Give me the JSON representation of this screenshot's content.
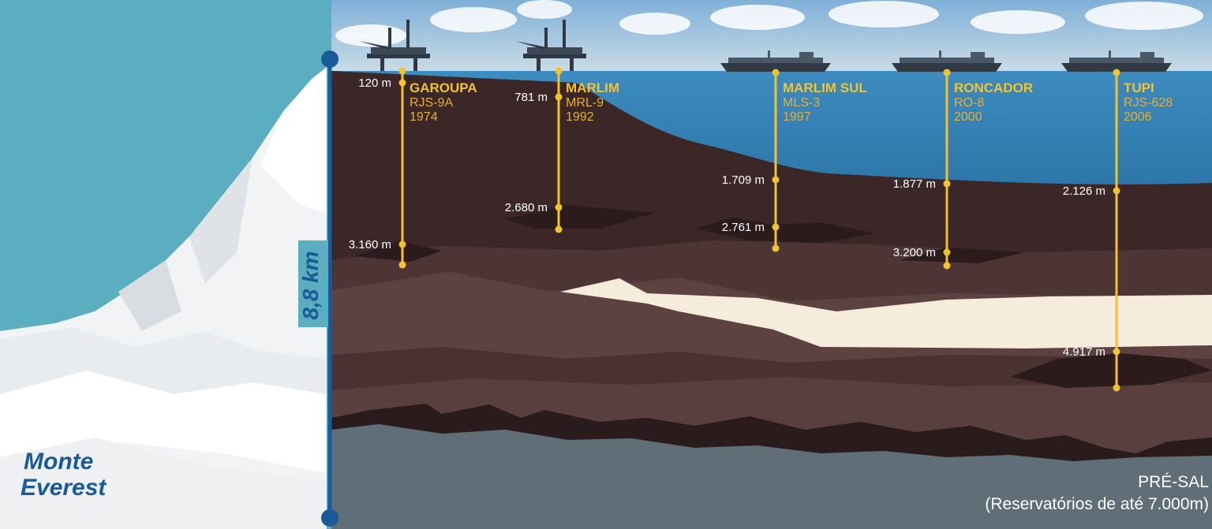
{
  "everest": {
    "line1": "Monte",
    "line2": "Everest"
  },
  "scale": {
    "label": "8,8 km"
  },
  "presal": {
    "line1": "PRÉ-SAL",
    "line2": "(Reservatórios de até 7.000m)"
  },
  "fields": [
    {
      "name": "GAROUPA",
      "code": "RJS-9A",
      "year": "1974",
      "depths": [
        "120 m",
        "3.160 m"
      ],
      "rig": "platform"
    },
    {
      "name": "MARLIM",
      "code": "MRL-9",
      "year": "1992",
      "depths": [
        "781 m",
        "2.680 m"
      ],
      "rig": "platform"
    },
    {
      "name": "MARLIM SUL",
      "code": "MLS-3",
      "year": "1997",
      "depths": [
        "1.709 m",
        "2.761 m"
      ],
      "rig": "ship"
    },
    {
      "name": "RONCADOR",
      "code": "RO-8",
      "year": "2000",
      "depths": [
        "1.877 m",
        "3.200 m"
      ],
      "rig": "ship"
    },
    {
      "name": "TUPI",
      "code": "RJS-628",
      "year": "2006",
      "depths": [
        "2.126 m",
        "4.917 m"
      ],
      "rig": "ship"
    }
  ],
  "colors": {
    "sky": "#9fc3de",
    "ocean": "#2f7bb0",
    "mountain_bg": "#5aaec0",
    "scale_bar": "#1a5a96",
    "well": "#f2c230",
    "salt": "#f5ecdc",
    "presal": "#5f6e77"
  }
}
